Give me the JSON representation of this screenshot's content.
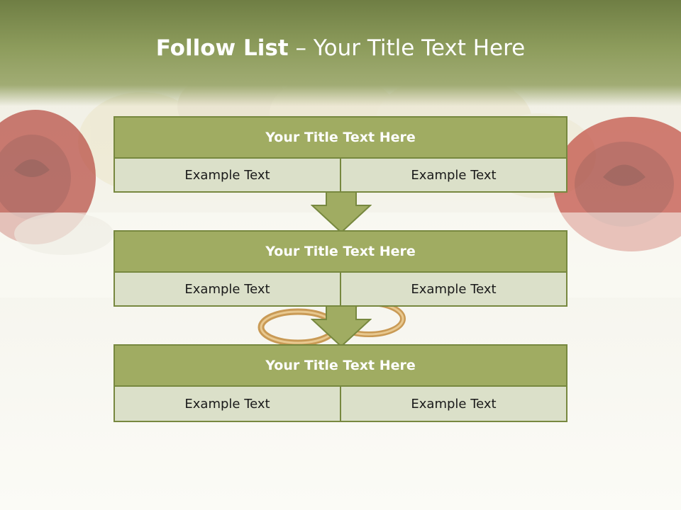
{
  "slide": {
    "title_strong": "Follow List",
    "title_rest": " – Your Title Text Here"
  },
  "blocks": [
    {
      "title": "Your Title Text Here",
      "left": "Example Text",
      "right": "Example Text"
    },
    {
      "title": "Your Title Text Here",
      "left": "Example Text",
      "right": "Example Text"
    },
    {
      "title": "Your Title Text Here",
      "left": "Example Text",
      "right": "Example Text"
    }
  ],
  "colors": {
    "header": "#8d9c5c",
    "block_title": "#a0ac62",
    "block_body": "#dbe0c9",
    "border": "#77883f",
    "arrow": "#a0ac62"
  },
  "decor_icons": [
    "rose-icon",
    "wedding-rings-icon"
  ]
}
